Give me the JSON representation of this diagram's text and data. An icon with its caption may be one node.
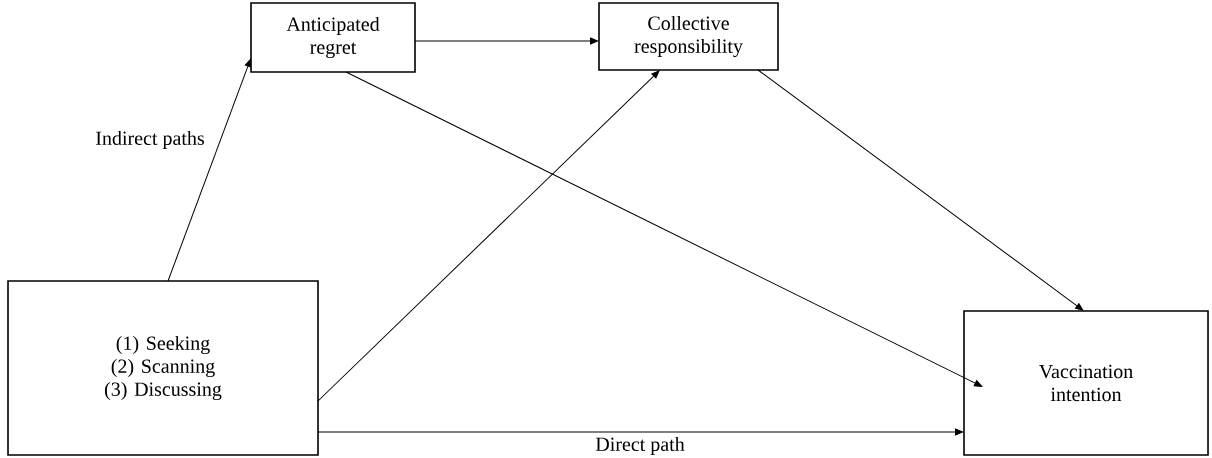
{
  "diagram": {
    "nodes": [
      {
        "text": [
          "Anticipated regret"
        ]
      },
      {
        "text": [
          "Collective responsibility"
        ]
      },
      {
        "text": [
          "(1) Seeking",
          "(2) Scanning",
          "(3) Discussing"
        ]
      },
      {
        "text": [
          "Vaccination intention"
        ]
      }
    ],
    "edges": [
      {
        "from": 2,
        "to": 0,
        "arrow": "to",
        "label": "Indirect paths"
      },
      {
        "from": 0,
        "to": 1,
        "arrow": "to"
      },
      {
        "from": 0,
        "to": 3,
        "arrow": "to"
      },
      {
        "from": 2,
        "to": 1,
        "arrow": "to"
      },
      {
        "from": 1,
        "to": 3,
        "arrow": "to"
      },
      {
        "from": 2,
        "to": 3,
        "arrow": "to",
        "label": "Direct path"
      }
    ]
  }
}
